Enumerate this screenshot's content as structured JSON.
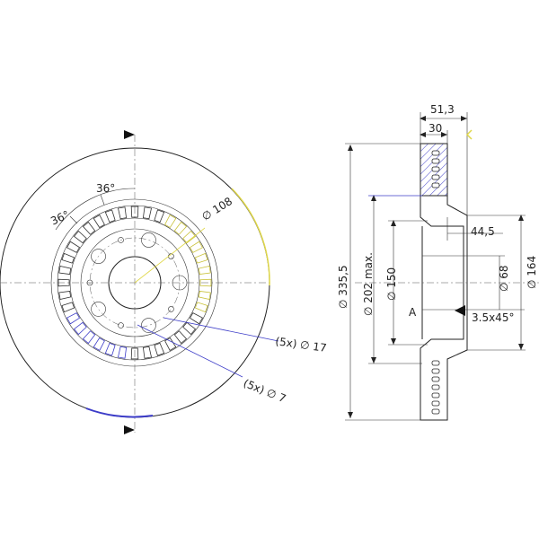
{
  "drawing": {
    "colors": {
      "line": "#222222",
      "yellow": "#e0d84a",
      "blue": "#3c3cc8",
      "hatch": "#3c3cc8",
      "arrow": "#111111"
    },
    "front_view": {
      "angle_top": "36°",
      "angle_left": "36°",
      "hub_diameter": "∅ 108",
      "holes_large": "(5x) ∅ 17",
      "holes_small": "(5x) ∅ 7"
    },
    "section_view": {
      "overall_width": "51,3",
      "disc_thickness": "30",
      "hat_height": "44,5",
      "chamfer": "3.5x45°",
      "bore_diameter": "∅ 68",
      "hat_diameter": "∅ 164",
      "pcd": "∅ 150",
      "friction_inner": "∅ 202 max.",
      "outer_diameter": "∅ 335,5",
      "datum": "A"
    }
  }
}
